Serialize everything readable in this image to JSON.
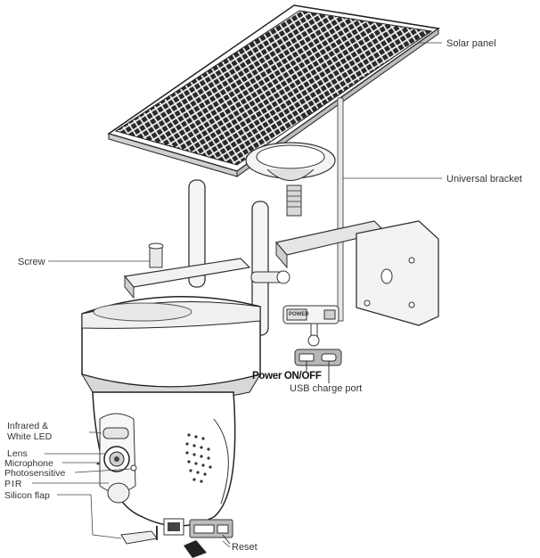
{
  "labels": {
    "solar_panel": "Solar panel",
    "universal_bracket": "Universal bracket",
    "screw": "Screw",
    "power_on_off": "Power ON/OFF",
    "usb_charge_port": "USB charge port",
    "infrared_white_led_line1": "Infrared &",
    "infrared_white_led_line2": "White LED",
    "lens": "Lens",
    "microphone": "Microphone",
    "photosensitive": "Photosensitive",
    "pir": "PIR",
    "silicon_flap": "Silicon flap",
    "reset": "Reset",
    "power_switch_mark": "POWER"
  },
  "colors": {
    "line": "#333333",
    "fill_light": "#f2f2f2",
    "fill_mid": "#d9d9d9",
    "fill_dark": "#9a9a9a",
    "panel_dark": "#222222"
  }
}
